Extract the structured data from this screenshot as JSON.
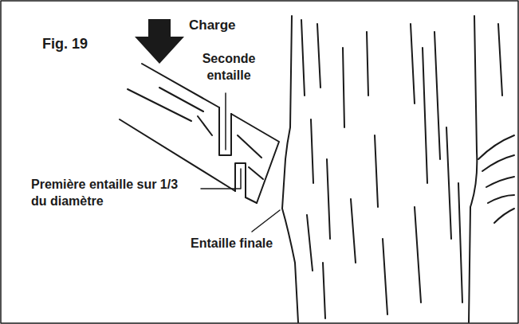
{
  "diagram": {
    "labels": [
      "Charge",
      "Fig. 19",
      "Seconde entaille",
      "Première entaille sur 1/3 du diamètre",
      "Entaille finale"
    ]
  }
}
